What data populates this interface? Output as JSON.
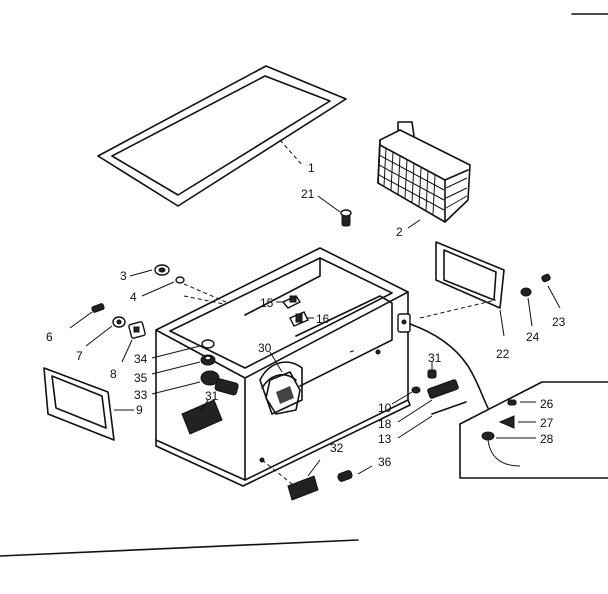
{
  "labels": {
    "p1": "1",
    "p2": "2",
    "p3": "3",
    "p4": "4",
    "p6": "6",
    "p7": "7",
    "p8": "8",
    "p9": "9",
    "p10": "10",
    "p13": "13",
    "p15": "15",
    "p16": "16",
    "p18": "18",
    "p21": "21",
    "p22": "22",
    "p23": "23",
    "p24": "24",
    "p26": "26",
    "p27": "27",
    "p28": "28",
    "p30": "30",
    "p31a": "31",
    "p31b": "31",
    "p32": "32",
    "p33": "33",
    "p34": "34",
    "p35": "35",
    "p36": "36"
  }
}
